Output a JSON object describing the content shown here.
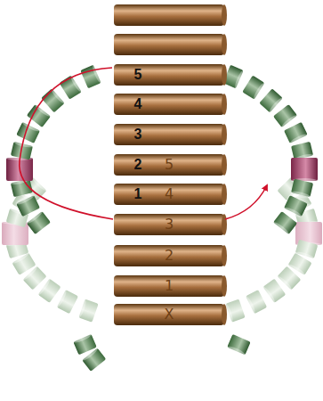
{
  "diagram": {
    "labels": [
      "5",
      "4",
      "3",
      "2",
      "1",
      "5",
      "4",
      "3",
      "2",
      "1",
      "X"
    ]
  }
}
